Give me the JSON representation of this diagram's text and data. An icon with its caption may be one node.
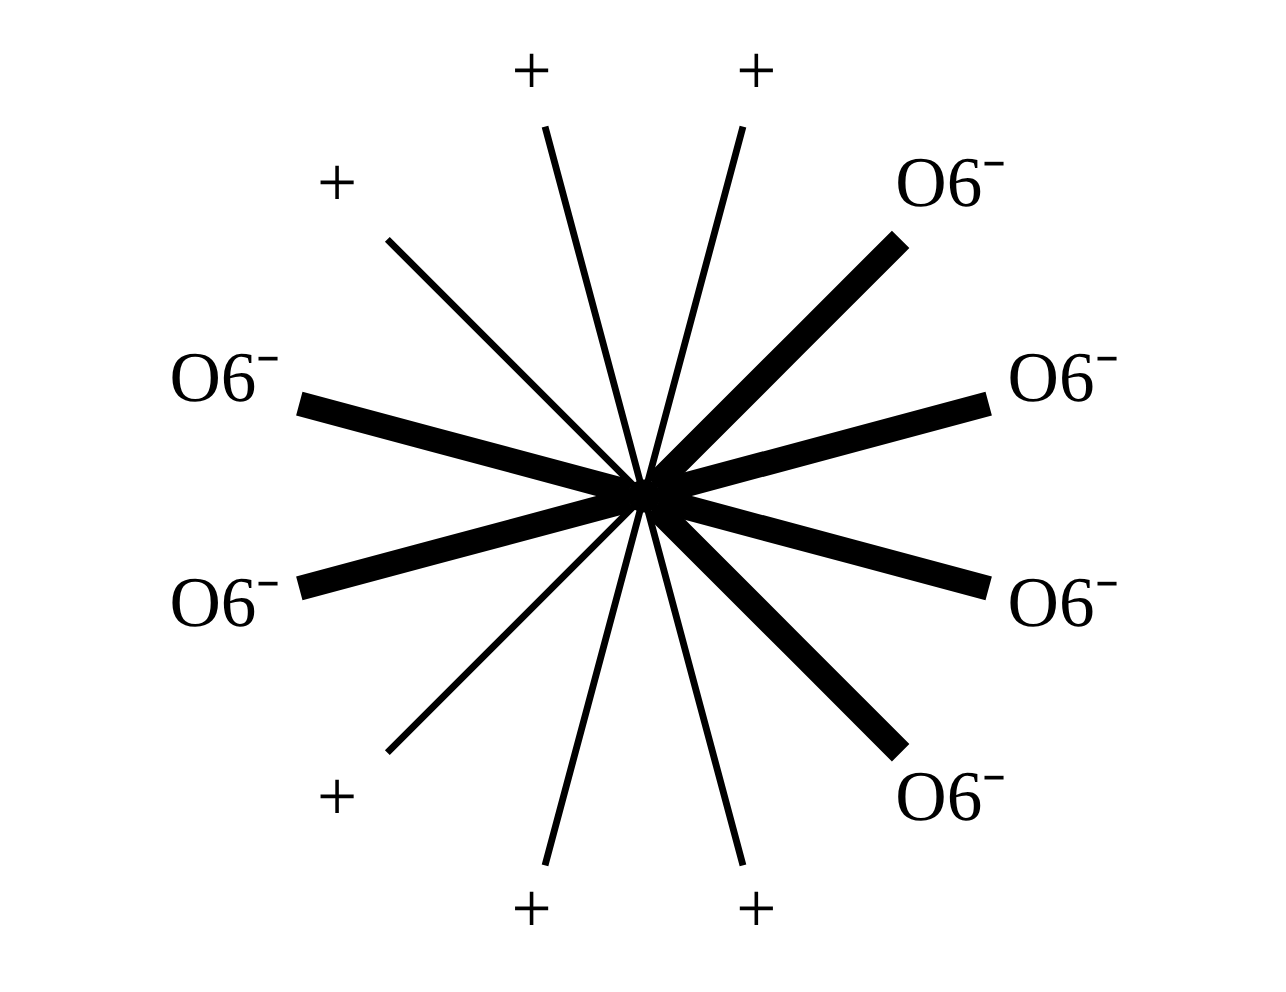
{
  "diagram": {
    "nodes": [
      {
        "text": [
          "O6⁻"
        ]
      },
      {
        "text": [
          "O6⁻"
        ]
      },
      {
        "text": [
          "+"
        ]
      },
      {
        "text": [
          "+"
        ]
      },
      {
        "text": [
          "+"
        ]
      },
      {
        "text": [
          "O6⁻"
        ]
      },
      {
        "text": [],
        "shape": "circle"
      },
      {
        "text": [
          "O6⁻"
        ]
      },
      {
        "text": [
          "+"
        ]
      },
      {
        "text": [
          "+"
        ]
      },
      {
        "text": [
          "+"
        ]
      },
      {
        "text": [
          "O6⁻"
        ]
      },
      {
        "text": [
          "O6⁻"
        ]
      }
    ],
    "edges": [
      {
        "from": 6,
        "to": 0,
        "arrow": "none",
        "style": "thick"
      },
      {
        "from": 6,
        "to": 2,
        "arrow": "none"
      },
      {
        "from": 6,
        "to": 1,
        "arrow": "none",
        "style": "thick"
      },
      {
        "from": 6,
        "to": 4,
        "arrow": "none"
      },
      {
        "from": 6,
        "to": 7,
        "arrow": "none",
        "style": "thick"
      },
      {
        "from": 6,
        "to": 9,
        "arrow": "none"
      },
      {
        "from": 6,
        "to": 12,
        "arrow": "none",
        "style": "thick"
      },
      {
        "from": 6,
        "to": 10,
        "arrow": "none"
      },
      {
        "from": 6,
        "to": 11,
        "arrow": "none",
        "style": "thick"
      },
      {
        "from": 6,
        "to": 8,
        "arrow": "none"
      },
      {
        "from": 6,
        "to": 5,
        "arrow": "none",
        "style": "thick"
      },
      {
        "from": 6,
        "to": 3,
        "arrow": "none"
      }
    ]
  }
}
